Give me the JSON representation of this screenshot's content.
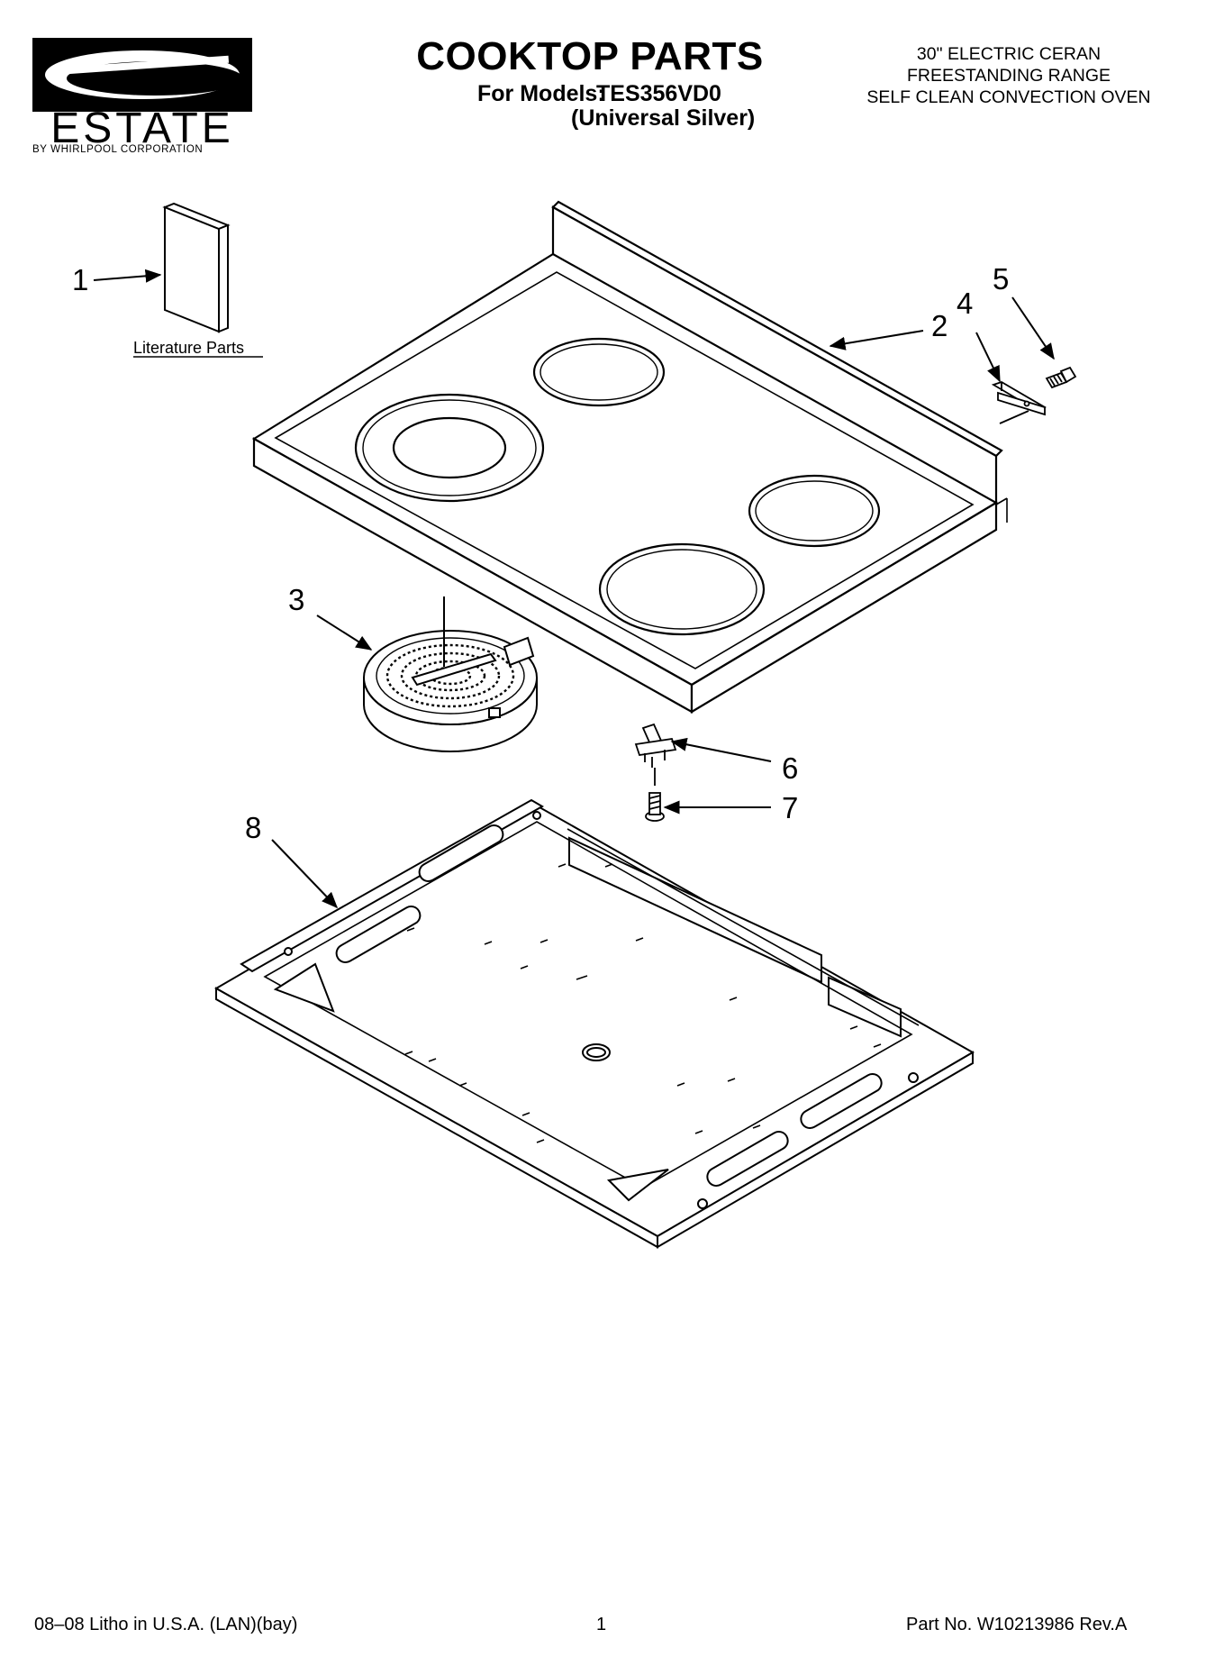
{
  "header": {
    "brand": "ESTATE",
    "brand_subtitle": "BY WHIRLPOOL CORPORATION",
    "title": "COOKTOP PARTS",
    "models_label": "For Models:",
    "model_number": "TES356VD0",
    "model_color": "(Universal Silver)",
    "description_lines": [
      "30\" ELECTRIC CERAN",
      "FREESTANDING RANGE",
      "SELF CLEAN CONVECTION OVEN"
    ]
  },
  "diagram": {
    "literature_label": "Literature Parts",
    "callouts": [
      "1",
      "2",
      "3",
      "4",
      "5",
      "6",
      "7",
      "8"
    ]
  },
  "footer": {
    "print_info": "08–08 Litho in U.S.A. (LAN)(bay)",
    "page_number": "1",
    "part_number": "Part No. W10213986 Rev.A"
  }
}
